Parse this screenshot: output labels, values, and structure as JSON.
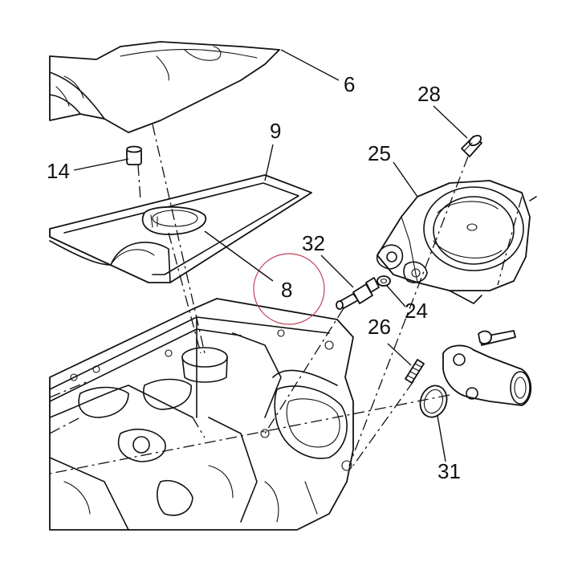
{
  "diagram": {
    "callouts": [
      {
        "id": "6",
        "label": "6"
      },
      {
        "id": "9",
        "label": "9"
      },
      {
        "id": "14",
        "label": "14"
      },
      {
        "id": "28",
        "label": "28"
      },
      {
        "id": "25",
        "label": "25"
      },
      {
        "id": "32",
        "label": "32"
      },
      {
        "id": "8",
        "label": "8"
      },
      {
        "id": "24",
        "label": "24"
      },
      {
        "id": "26",
        "label": "26"
      },
      {
        "id": "31",
        "label": "31"
      }
    ],
    "highlight_color": "#c0405a",
    "line_color": "#111111"
  }
}
